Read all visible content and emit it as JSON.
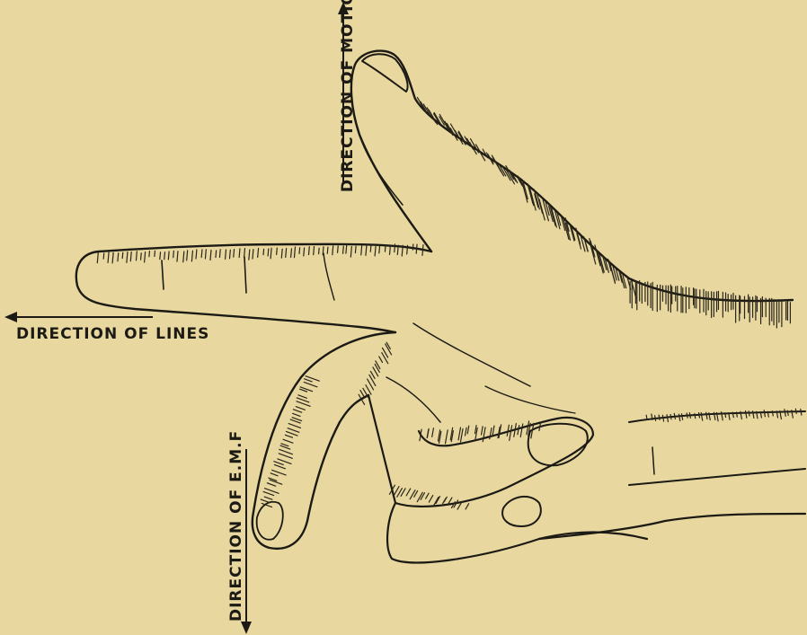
{
  "labels": {
    "motion": "DIRECTION OF MOTION",
    "lines": "DIRECTION OF LINES",
    "emf": "DIRECTION OF E.M.F"
  },
  "colors": {
    "paper": "#e8d8a0",
    "ink": "#1c1a14"
  }
}
